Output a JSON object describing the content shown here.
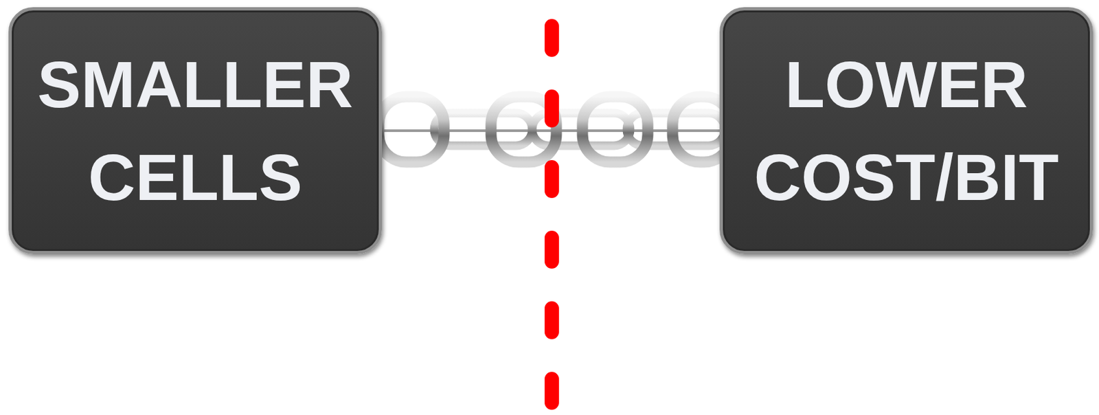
{
  "diagram": {
    "nodes": [
      {
        "text": [
          "SMALLER CELLS"
        ]
      },
      {
        "text": [
          "LOWER COST/BIT"
        ]
      }
    ],
    "edges": [
      {
        "from": 0,
        "to": 1,
        "arrow": "none"
      }
    ]
  }
}
